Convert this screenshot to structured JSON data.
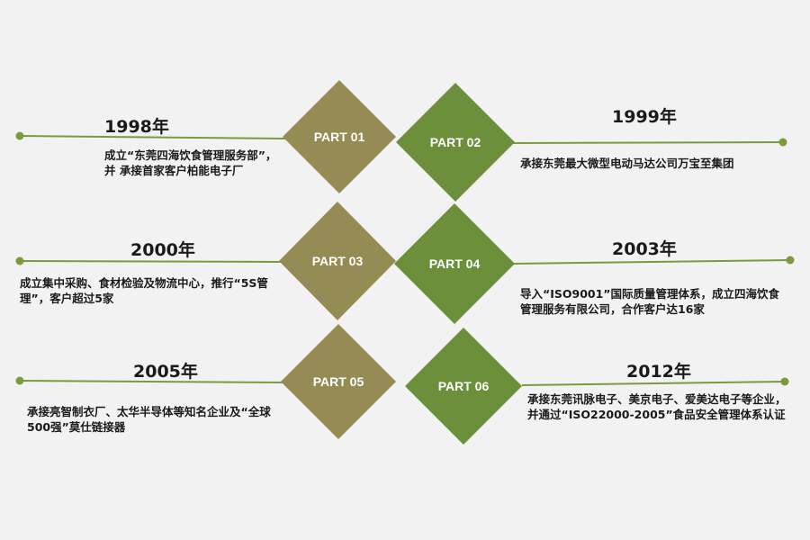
{
  "colors": {
    "olive": "#958c55",
    "green": "#6b8f3a",
    "line": "#7a9a3e",
    "background": "#f2f2f2"
  },
  "items": [
    {
      "part": "PART 01",
      "year": "1998年",
      "desc": "成立“东莞四海饮食管理服务部”，并 承接首家客户柏能电子厂"
    },
    {
      "part": "PART 02",
      "year": "1999年",
      "desc": "承接东莞最大微型电动马达公司万宝至集团"
    },
    {
      "part": "PART 03",
      "year": "2000年",
      "desc": "成立集中采购、食材检验及物流中心，推行“5S管理”，客户超过5家"
    },
    {
      "part": "PART 04",
      "year": "2003年",
      "desc": "导入“ISO9001”国际质量管理体系，成立四海饮食管理服务有限公司，合作客户达16家"
    },
    {
      "part": "PART 05",
      "year": "2005年",
      "desc": "承接亮智制衣厂、太华半导体等知名企业及“全球500强”莫仕链接器"
    },
    {
      "part": "PART 06",
      "year": "2012年",
      "desc": "承接东莞讯脉电子、美京电子、爱美达电子等企业，并通过“ISO22000-2005”食品安全管理体系认证"
    }
  ]
}
